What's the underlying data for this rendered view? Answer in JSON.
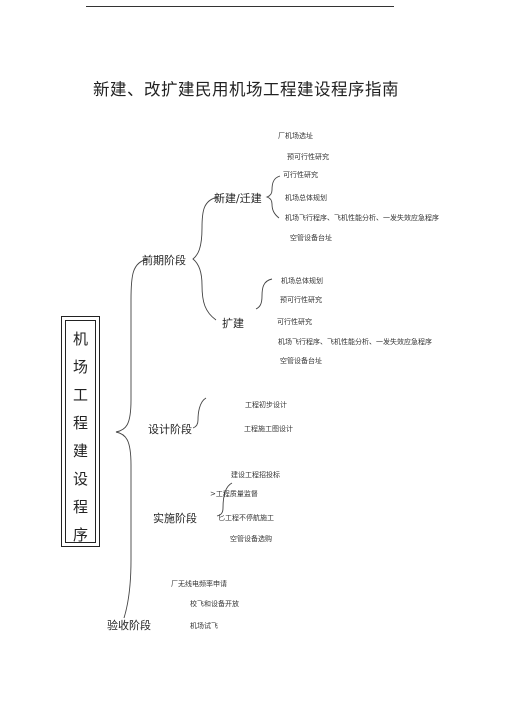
{
  "title": "新建、改扩建民用机场工程建设程序指南",
  "root_label": [
    "机",
    "场",
    "工",
    "程",
    "建",
    "设",
    "程",
    "序"
  ],
  "stages": {
    "prelim": {
      "label": "前期阶段",
      "new_build": {
        "label": "新建/迁建",
        "items": [
          "厂机场选址",
          "预可行性研究",
          "可行性研究",
          "机场总体规划",
          "机场飞行程序、飞机性能分析、一发失效应急程序",
          "空管设备台址"
        ]
      },
      "expansion": {
        "label": "扩建",
        "items": [
          "机场总体规划",
          "预可行性研究",
          "可行性研究",
          "机场飞行程序、飞机性能分析、一发失效应急程序",
          "空管设备台址"
        ]
      }
    },
    "design": {
      "label": "设计阶段",
      "items": [
        "工程初步设计",
        "工程施工图设计"
      ]
    },
    "implement": {
      "label": "实施阶段",
      "items": [
        "建设工程招投标",
        ">工程质量监督",
        "匕工程不停航施工",
        "空管设备选购"
      ]
    },
    "acceptance": {
      "label": "验收阶段",
      "items": [
        "厂无线电频率申请",
        "校飞和设备开放",
        "机场试飞"
      ]
    }
  }
}
